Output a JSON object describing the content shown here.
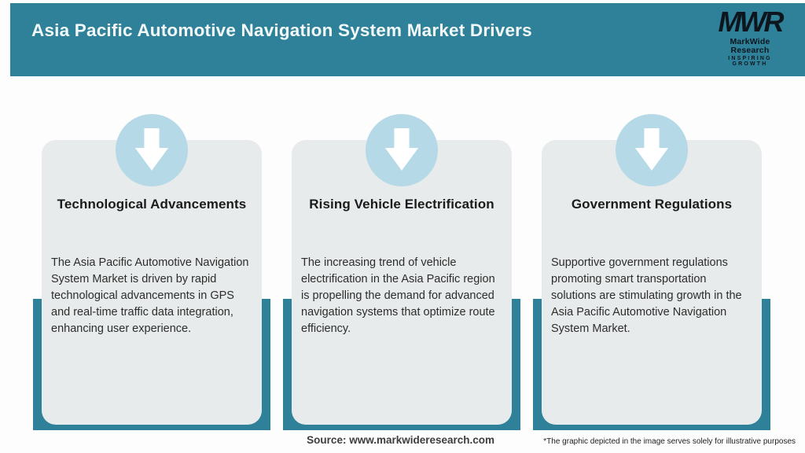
{
  "header": {
    "title": "Asia Pacific Automotive Navigation System Market Drivers",
    "logo": {
      "monogram": "MWR",
      "name": "MarkWide Research",
      "tagline": "Inspiring Growth"
    }
  },
  "cards": [
    {
      "icon": "down-arrow-icon",
      "title": "Technological Advancements",
      "body": "The Asia Pacific Automotive Navigation System Market is driven by rapid technological advancements in GPS and real-time traffic data integration, enhancing user experience."
    },
    {
      "icon": "down-arrow-icon",
      "title": "Rising Vehicle Electrification",
      "body": "The increasing trend of vehicle electrification in the Asia Pacific region is propelling the demand for advanced navigation systems that optimize route efficiency."
    },
    {
      "icon": "down-arrow-icon",
      "title": "Government Regulations",
      "body": "Supportive government regulations promoting smart transportation solutions are stimulating growth in the Asia Pacific Automotive Navigation System Market."
    }
  ],
  "footer": {
    "source": "Source: www.markwideresearch.com",
    "disclaimer": "*The graphic depicted in the image serves solely for illustrative purposes"
  },
  "colors": {
    "teal": "#2e8199",
    "circle_blue": "#b5d9e6",
    "card_bg": "#e8ebeb",
    "header_text": "#f2fafb"
  }
}
